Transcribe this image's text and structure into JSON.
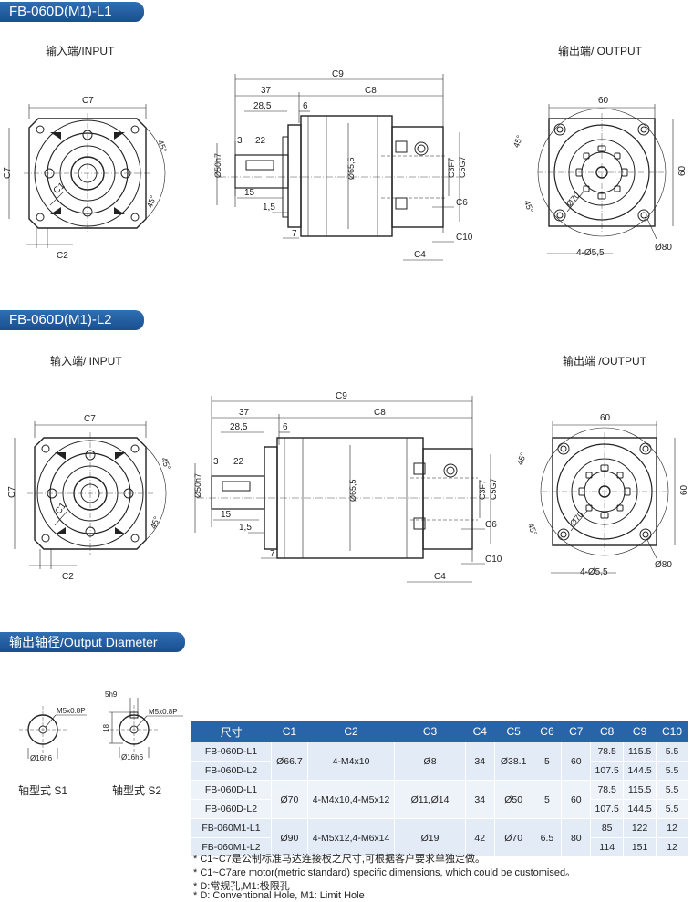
{
  "sections": {
    "l1_title": "FB-060D(M1)-L1",
    "l2_title": "FB-060D(M1)-L2",
    "output_diameter_title": "输出轴径/Output Diameter"
  },
  "l1": {
    "input_label": "输入端/INPUT",
    "output_label": "输出端/ OUTPUT"
  },
  "l2": {
    "input_label": "输入端/ INPUT",
    "output_label": "输出端 /OUTPUT"
  },
  "dims": {
    "c1": "C1",
    "c2": "C2",
    "c3": "C3",
    "c4": "C4",
    "c5": "C5",
    "c6": "C6",
    "c7": "C7",
    "c8": "C8",
    "c9": "C9",
    "c10": "C10",
    "d37": "37",
    "d28_5": "28,5",
    "d6": "6",
    "d3": "3",
    "d22": "22",
    "d15": "15",
    "d1_5": "1,5",
    "d7": "7",
    "phi50": "Ø50h7",
    "phi65": "Ø65,5",
    "c3f7": "C3F7",
    "c5g7": "C5G7",
    "d60": "60",
    "phi70": "Ø70",
    "phi80": "Ø80",
    "holes": "4-Ø5,5",
    "deg45": "45°"
  },
  "shafts": {
    "s1_label": "轴型式 S1",
    "s2_label": "轴型式 S2",
    "thread": "M5x0.8P",
    "dia": "Ø16h6",
    "key_w": "5h9",
    "key_h": "18"
  },
  "table": {
    "headers": [
      "尺寸",
      "C1",
      "C2",
      "C3",
      "C4",
      "C5",
      "C6",
      "C7",
      "C8",
      "C9",
      "C10"
    ],
    "groups": [
      {
        "models": [
          "FB-060D-L1",
          "FB-060D-L2"
        ],
        "c1": "Ø66.7",
        "c2": "4-M4x10",
        "c3": "Ø8",
        "c4": "34",
        "c5": "Ø38.1",
        "c6": "5",
        "c7": "60",
        "c8": [
          "78.5",
          "107.5"
        ],
        "c9": [
          "115.5",
          "144.5"
        ],
        "c10": [
          "5.5",
          "5.5"
        ]
      },
      {
        "models": [
          "FB-060D-L1",
          "FB-060D-L2"
        ],
        "c1": "Ø70",
        "c2": "4-M4x10,4-M5x12",
        "c3": "Ø11,Ø14",
        "c4": "34",
        "c5": "Ø50",
        "c6": "5",
        "c7": "60",
        "c8": [
          "78.5",
          "107.5"
        ],
        "c9": [
          "115.5",
          "144.5"
        ],
        "c10": [
          "5.5",
          "5.5"
        ]
      },
      {
        "models": [
          "FB-060M1-L1",
          "FB-060M1-L2"
        ],
        "c1": "Ø90",
        "c2": "4-M5x12,4-M6x14",
        "c3": "Ø19",
        "c4": "42",
        "c5": "Ø70",
        "c6": "6.5",
        "c7": "80",
        "c8": [
          "85",
          "114"
        ],
        "c9": [
          "122",
          "151"
        ],
        "c10": [
          "12",
          "12"
        ]
      }
    ]
  },
  "notes": [
    "* C1~C7是公制标准马达连接板之尺寸,可根据客户要求单独定做。",
    "* C1~C7are motor(metric standard)  specific dimensions, which could be customised。",
    "* D:常规孔,M1:极限孔",
    "* D: Conventional Hole, M1: Limit Hole"
  ]
}
